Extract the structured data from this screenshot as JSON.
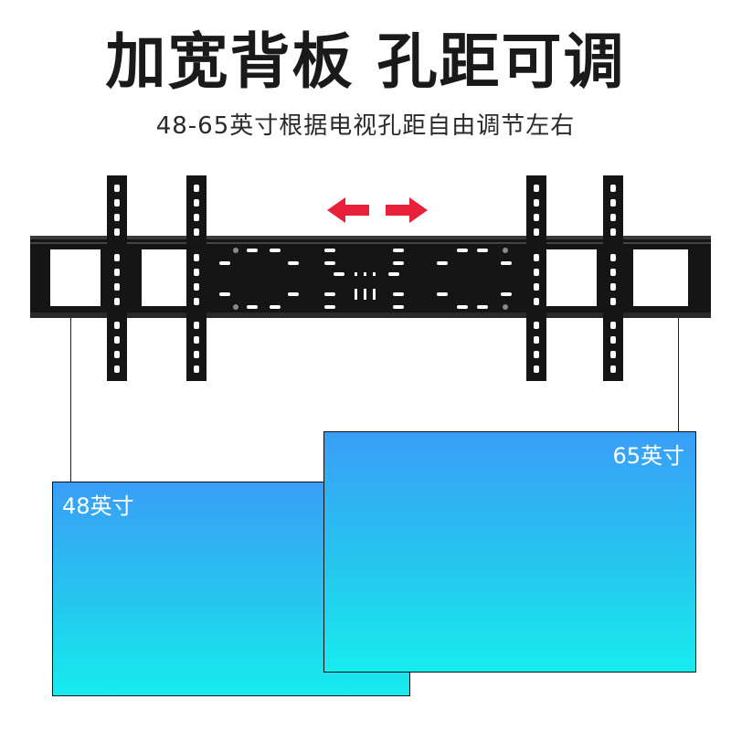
{
  "header": {
    "title": "加宽背板 孔距可调",
    "subtitle": "48-65英寸根据电视孔距自由调节左右"
  },
  "screens": {
    "small_label": "48英寸",
    "large_label": "65英寸"
  },
  "colors": {
    "bracket": "#151515",
    "arrow": "#e8203a",
    "screen_top": "#3a9ef8",
    "screen_bottom": "#17ecef"
  },
  "icons": {
    "adjust_arrows": "left-right-arrows-icon"
  }
}
